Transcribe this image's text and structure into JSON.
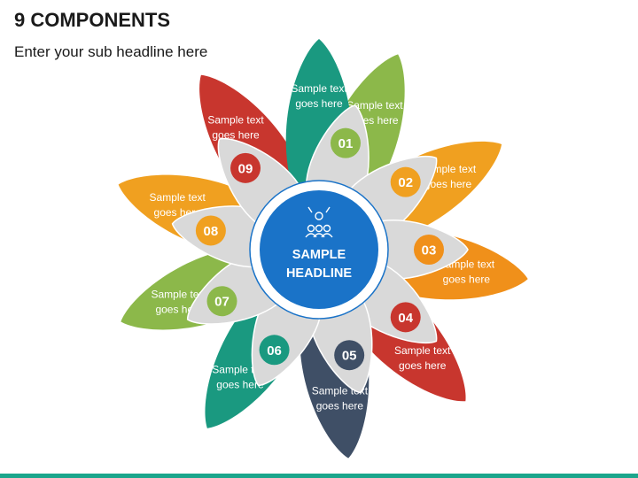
{
  "title": "9 COMPONENTS",
  "subtitle": "Enter your sub headline here",
  "center": {
    "line1": "SAMPLE",
    "line2": "HEADLINE",
    "icon": "team-people-icon",
    "color": "#1a73c8"
  },
  "inner_petal_color": "#d9d9d9",
  "bottom_bar_color": "#1ba68c",
  "petals": [
    {
      "number": "01",
      "text1": "Sample text",
      "text2": "goes here",
      "color": "#8cb84a"
    },
    {
      "number": "02",
      "text1": "Sample text",
      "text2": "goes here",
      "color": "#f0a020"
    },
    {
      "number": "03",
      "text1": "Sample text",
      "text2": "goes here",
      "color": "#f0901a"
    },
    {
      "number": "04",
      "text1": "Sample text",
      "text2": "goes here",
      "color": "#c8362e"
    },
    {
      "number": "05",
      "text1": "Sample text",
      "text2": "goes here",
      "color": "#3f4f66"
    },
    {
      "number": "06",
      "text1": "Sample text",
      "text2": "goes here",
      "color": "#1a9980"
    },
    {
      "number": "07",
      "text1": "Sample text",
      "text2": "goes here",
      "color": "#8cb84a"
    },
    {
      "number": "08",
      "text1": "Sample text",
      "text2": "goes here",
      "color": "#f0a020"
    },
    {
      "number": "09",
      "text1": "Sample text",
      "text2": "goes here",
      "color": "#c8362e"
    }
  ],
  "top_petal": {
    "text1": "Sample text",
    "text2": "goes here",
    "color": "#1a9980"
  }
}
